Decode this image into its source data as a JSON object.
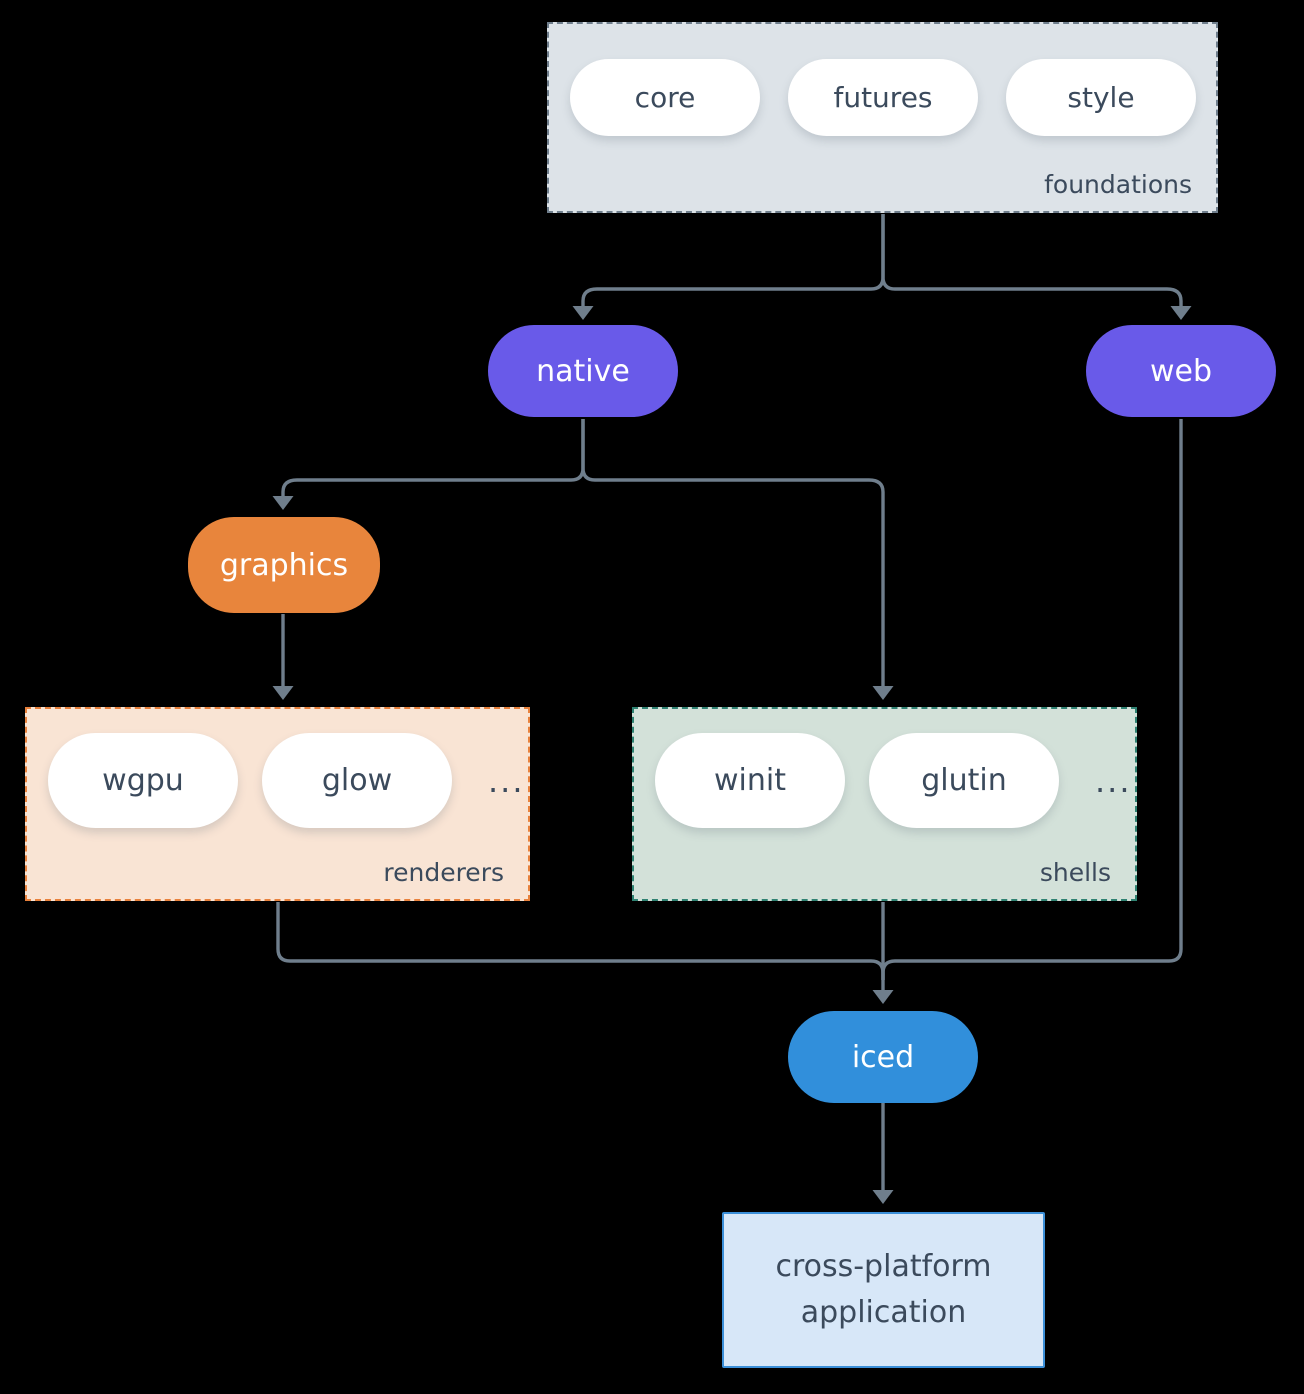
{
  "colors": {
    "background": "#000000",
    "edge": "#6F7E8C",
    "node_purple": "#695AE9",
    "node_orange": "#E8853C",
    "node_blue": "#318FDB",
    "pill_bg": "#FFFFFF",
    "text_dark": "#3B4A5C",
    "foundations_bg": "#DDE3E8",
    "foundations_border": "#6F7E8C",
    "renderers_bg": "#F9E4D4",
    "renderers_border": "#E8813C",
    "shells_bg": "#D3E1D9",
    "shells_border": "#2F8272",
    "application_bg": "#D7E7F8",
    "application_border": "#3B8FD8"
  },
  "foundations": {
    "label": "foundations",
    "pills": [
      "core",
      "futures",
      "style"
    ]
  },
  "nodes": {
    "native": "native",
    "web": "web",
    "graphics": "graphics",
    "iced": "iced"
  },
  "renderers": {
    "label": "renderers",
    "pills": [
      "wgpu",
      "glow"
    ],
    "more": "..."
  },
  "shells": {
    "label": "shells",
    "pills": [
      "winit",
      "glutin"
    ],
    "more": "..."
  },
  "application": {
    "line1": "cross-platform",
    "line2": "application"
  }
}
